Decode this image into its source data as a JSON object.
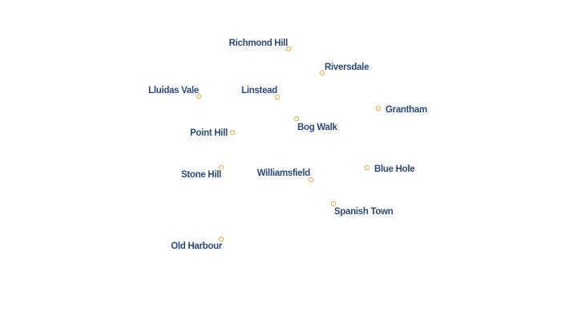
{
  "map": {
    "places": [
      {
        "name": "Richmond Hill"
      },
      {
        "name": "Riversdale"
      },
      {
        "name": "Lluidas Vale"
      },
      {
        "name": "Linstead"
      },
      {
        "name": "Grantham"
      },
      {
        "name": "Bog Walk"
      },
      {
        "name": "Point Hill"
      },
      {
        "name": "Stone Hill"
      },
      {
        "name": "Williamsfield"
      },
      {
        "name": "Blue Hole"
      },
      {
        "name": "Spanish Town"
      },
      {
        "name": "Old Harbour"
      }
    ],
    "colors": {
      "label": "#2c4a7c",
      "label_halo": "#ffffff",
      "marker": "#e8b65a"
    }
  }
}
